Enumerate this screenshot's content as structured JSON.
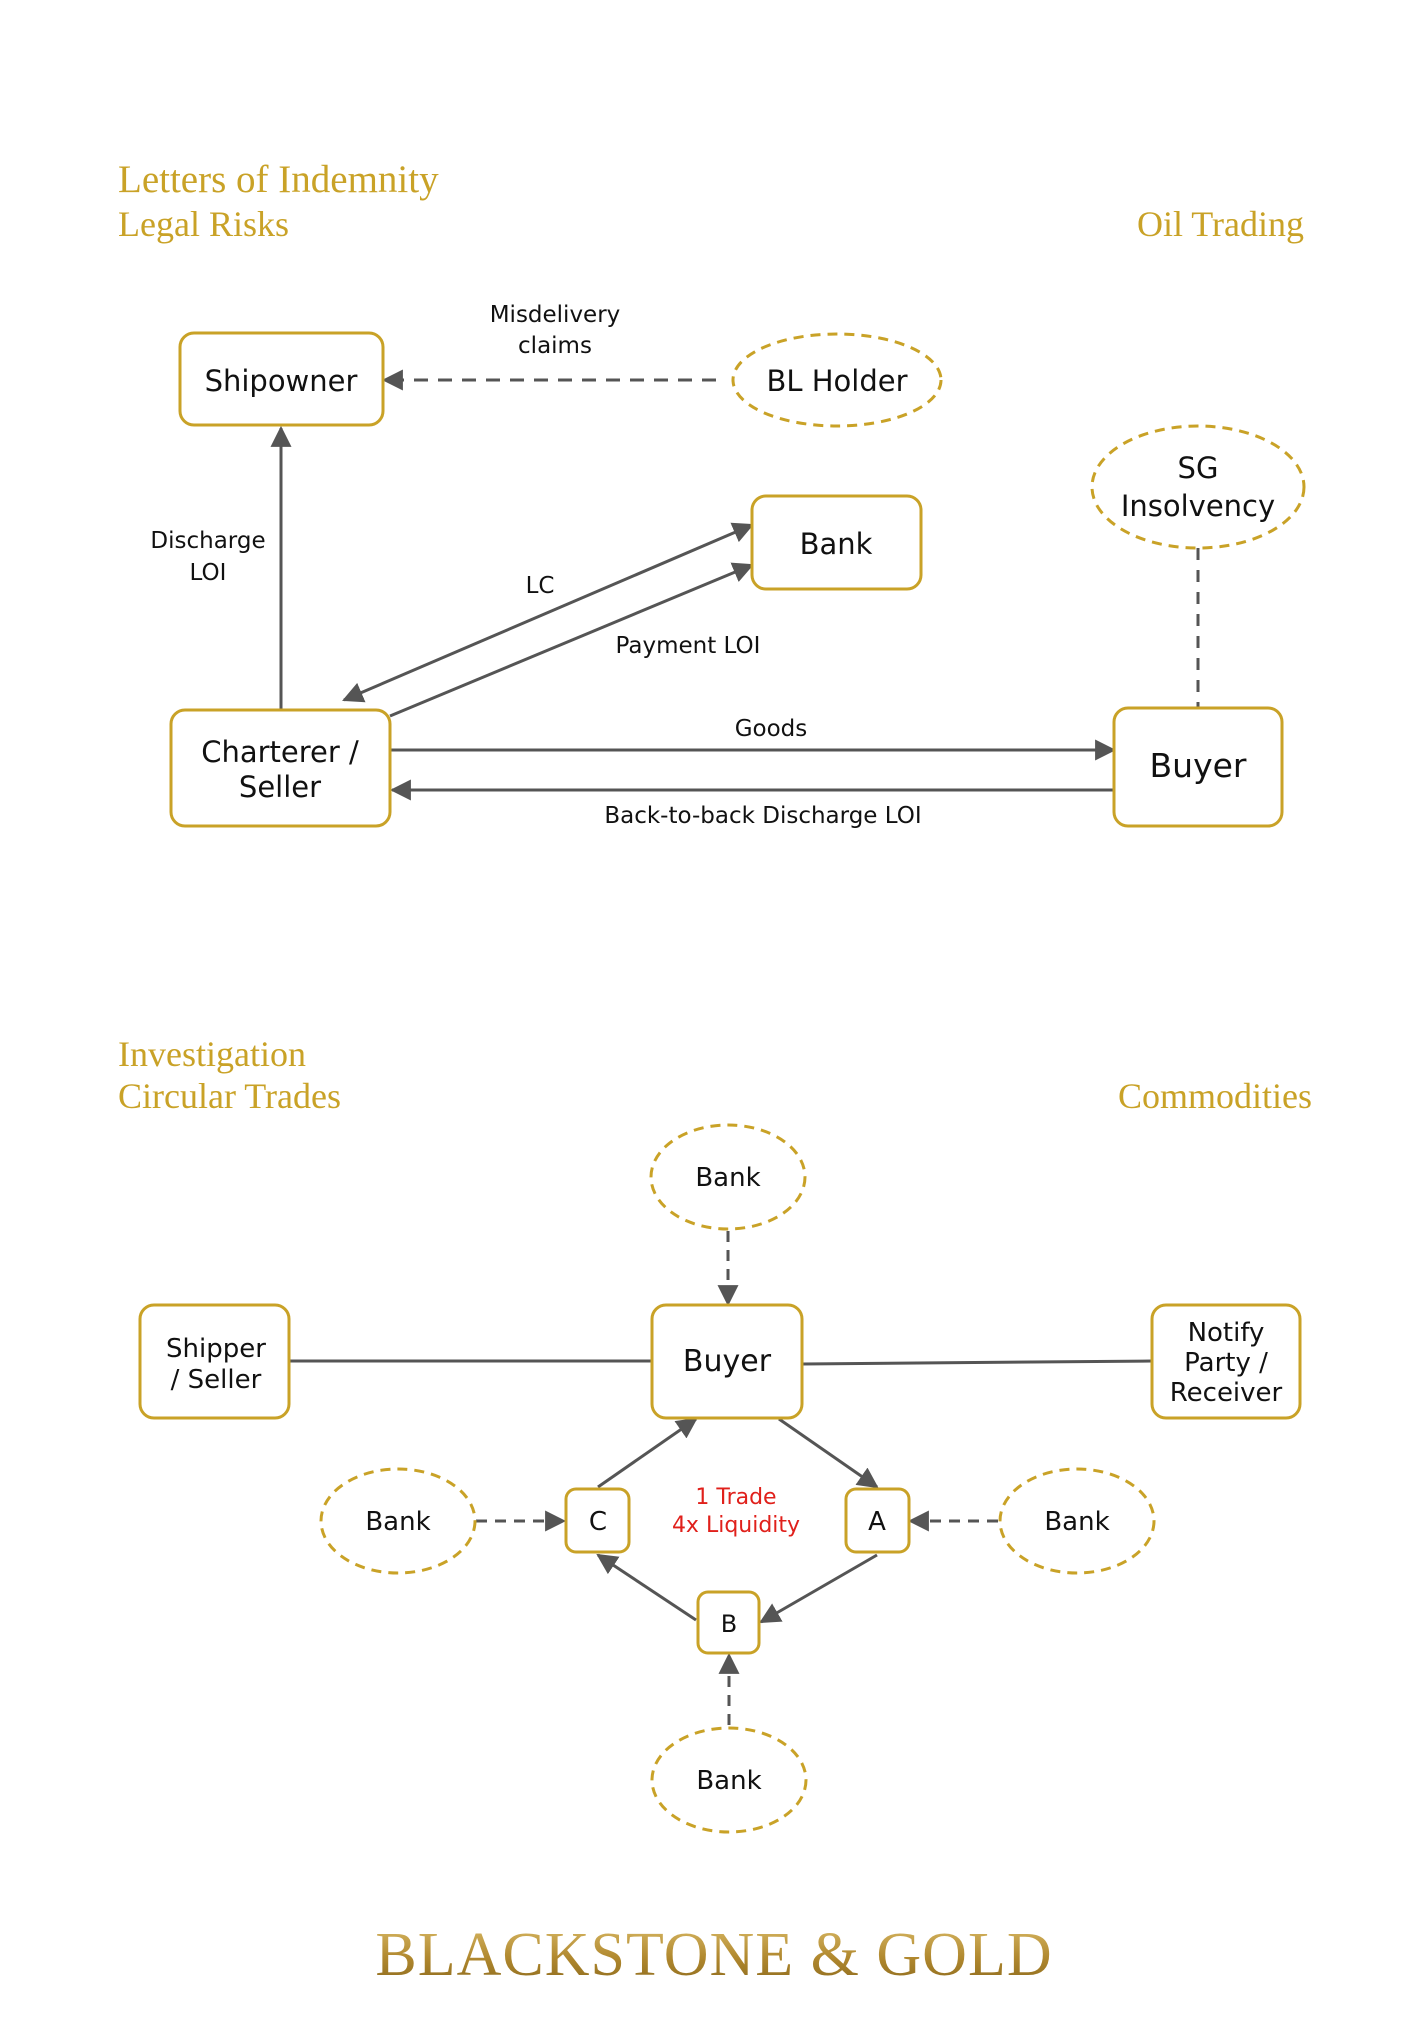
{
  "colors": {
    "gold": "#C9A227",
    "line": "#555555",
    "text": "#111111",
    "accent_red": "#E0201B"
  },
  "section1": {
    "title": "Letters of Indemnity",
    "subtitle": "Legal Risks",
    "category": "Oil Trading",
    "nodes": {
      "shipowner": "Shipowner",
      "bl_holder": "BL Holder",
      "bank": "Bank",
      "sg_line1": "SG",
      "sg_line2": "Insolvency",
      "charterer_line1": "Charterer /",
      "charterer_line2": "Seller",
      "buyer": "Buyer"
    },
    "edges": {
      "misdelivery_line1": "Misdelivery",
      "misdelivery_line2": "claims",
      "discharge_line1": "Discharge",
      "discharge_line2": "LOI",
      "lc": "LC",
      "payment_loi": "Payment LOI",
      "goods": "Goods",
      "b2b": "Back-to-back Discharge LOI"
    }
  },
  "section2": {
    "title": "Investigation",
    "subtitle": "Circular Trades",
    "category": "Commodities",
    "nodes": {
      "bank_top": "Bank",
      "shipper_line1": "Shipper",
      "shipper_line2": "/ Seller",
      "buyer": "Buyer",
      "notify_line1": "Notify",
      "notify_line2": "Party /",
      "notify_line3": "Receiver",
      "bank_left": "Bank",
      "c": "C",
      "a": "A",
      "bank_right": "Bank",
      "b": "B",
      "bank_bottom": "Bank"
    },
    "center_line1": "1 Trade",
    "center_line2": "4x Liquidity"
  },
  "footer": {
    "logo": "BLACKSTONE & GOLD"
  }
}
